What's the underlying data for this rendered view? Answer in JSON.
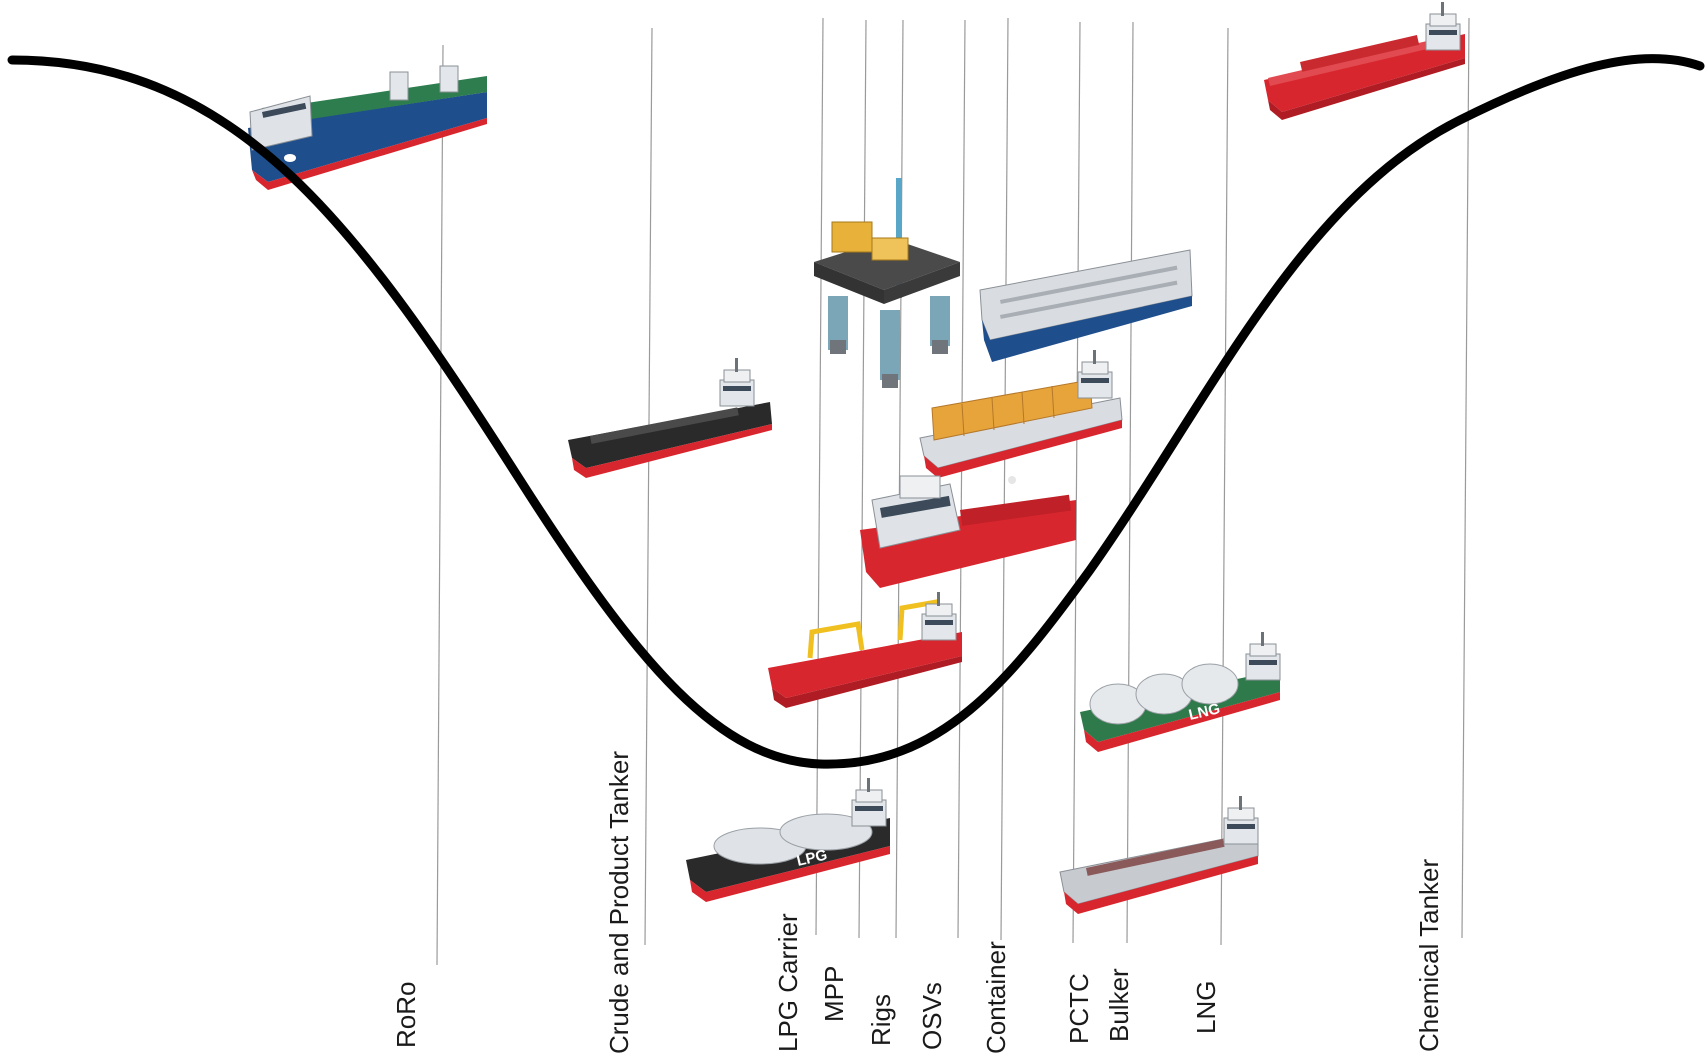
{
  "diagram": {
    "labels": {
      "roro": "RoRo",
      "crude_tanker": "Crude and Product Tanker",
      "lpg_carrier": "LPG Carrier",
      "mpp": "MPP",
      "rigs": "Rigs",
      "osvs": "OSVs",
      "container": "Container",
      "pctc": "PCTC",
      "bulker": "Bulker",
      "lng": "LNG",
      "chemical_tanker": "Chemical Tanker"
    },
    "ship_markings": {
      "lng_hull": "LNG",
      "lpg_hull": "LPG"
    },
    "colors": {
      "curve": "#000000",
      "guide_line": "#9a9a9a",
      "hull_red": "#d8262e",
      "hull_blue": "#1f4e8c",
      "hull_black": "#2a2a2a",
      "hull_green": "#2f7a4a",
      "deck_green": "#2e7d4f",
      "superstructure": "#d9dde2",
      "containers": "#e7a43a",
      "rig_platform": "#555555"
    }
  }
}
